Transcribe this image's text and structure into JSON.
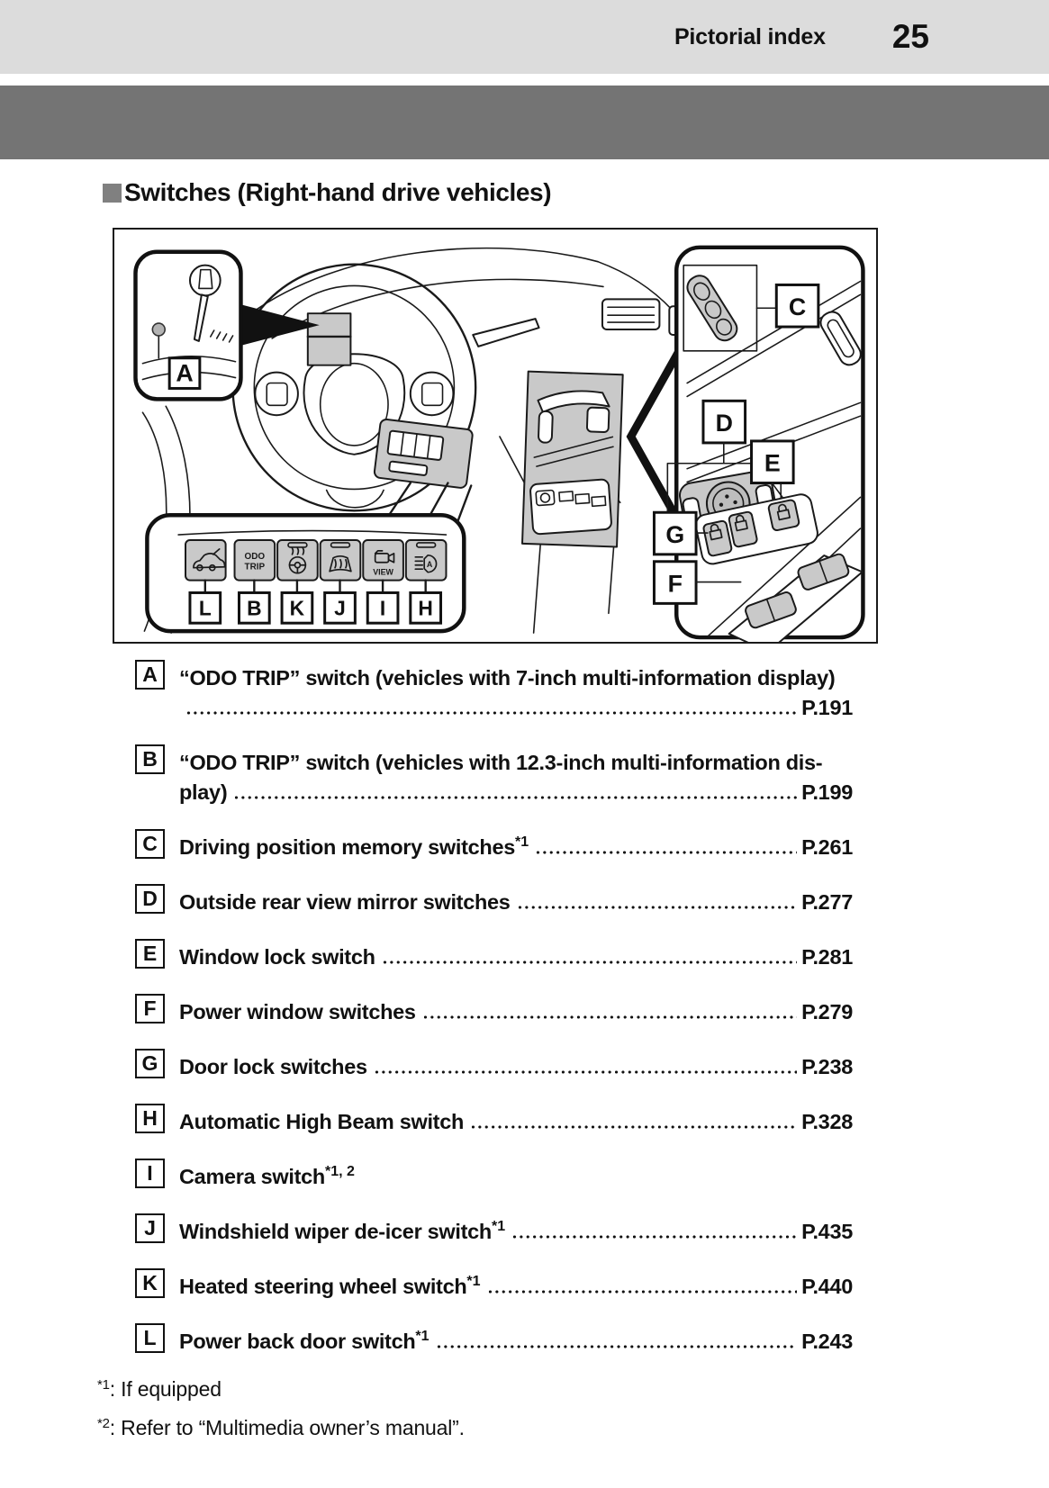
{
  "header": {
    "breadcrumb": "Pictorial index",
    "page_number": "25"
  },
  "section": {
    "title": "Switches (Right-hand drive vehicles)"
  },
  "diagram": {
    "callouts": {
      "a": "A",
      "c": "C",
      "d": "D",
      "e": "E",
      "f": "F",
      "g": "G"
    },
    "panel": {
      "labels": {
        "l": "L",
        "b": "B",
        "k": "K",
        "j": "J",
        "i": "I",
        "h": "H"
      },
      "buttons": [
        {
          "label": "L",
          "icon": "power-back-door-icon"
        },
        {
          "label": "B",
          "icon": "odo-trip-button",
          "line1": "ODO",
          "line2": "TRIP"
        },
        {
          "label": "K",
          "icon": "heated-steering-wheel-icon"
        },
        {
          "label": "J",
          "icon": "windshield-deicer-icon"
        },
        {
          "label": "I",
          "icon": "camera-view-icon",
          "caption": "VIEW"
        },
        {
          "label": "H",
          "icon": "auto-high-beam-icon"
        }
      ]
    }
  },
  "index_items": [
    {
      "label": "A",
      "text": "“ODO TRIP” switch (vehicles with 7-inch multi-information display)",
      "sup": "",
      "wrap": "",
      "page": "P.191"
    },
    {
      "label": "B",
      "text": "“ODO TRIP” switch (vehicles with 12.3-inch multi-information dis-",
      "sup": "",
      "wrap": "play)",
      "page": "P.199"
    },
    {
      "label": "C",
      "text": "Driving position memory switches",
      "sup": "*1",
      "page": "P.261"
    },
    {
      "label": "D",
      "text": "Outside rear view mirror switches ",
      "sup": "",
      "page": "P.277"
    },
    {
      "label": "E",
      "text": "Window lock switch",
      "sup": "",
      "page": "P.281"
    },
    {
      "label": "F",
      "text": "Power window switches",
      "sup": "",
      "page": "P.279"
    },
    {
      "label": "G",
      "text": "Door lock switches ",
      "sup": "",
      "page": "P.238"
    },
    {
      "label": "H",
      "text": "Automatic High Beam switch ",
      "sup": "",
      "page": "P.328"
    },
    {
      "label": "I",
      "text": "Camera switch",
      "sup": "*1, 2",
      "page": ""
    },
    {
      "label": "J",
      "text": "Windshield wiper de-icer switch",
      "sup": "*1",
      "page": "P.435"
    },
    {
      "label": "K",
      "text": "Heated steering wheel switch",
      "sup": "*1",
      "page": "P.440"
    },
    {
      "label": "L",
      "text": "Power back door switch",
      "sup": "*1",
      "page": "P.243"
    }
  ],
  "footnotes": [
    {
      "marker": "*1",
      "text": ": If equipped"
    },
    {
      "marker": "*2",
      "text": ": Refer to “Multimedia owner’s manual”."
    }
  ],
  "colors": {
    "header_bg": "#dcdcdc",
    "chapter_banner_bg": "#747474",
    "section_bullet": "#808080",
    "diagram_highlight_gray": "#c9c9c9",
    "line_color": "#1a1a1a"
  }
}
